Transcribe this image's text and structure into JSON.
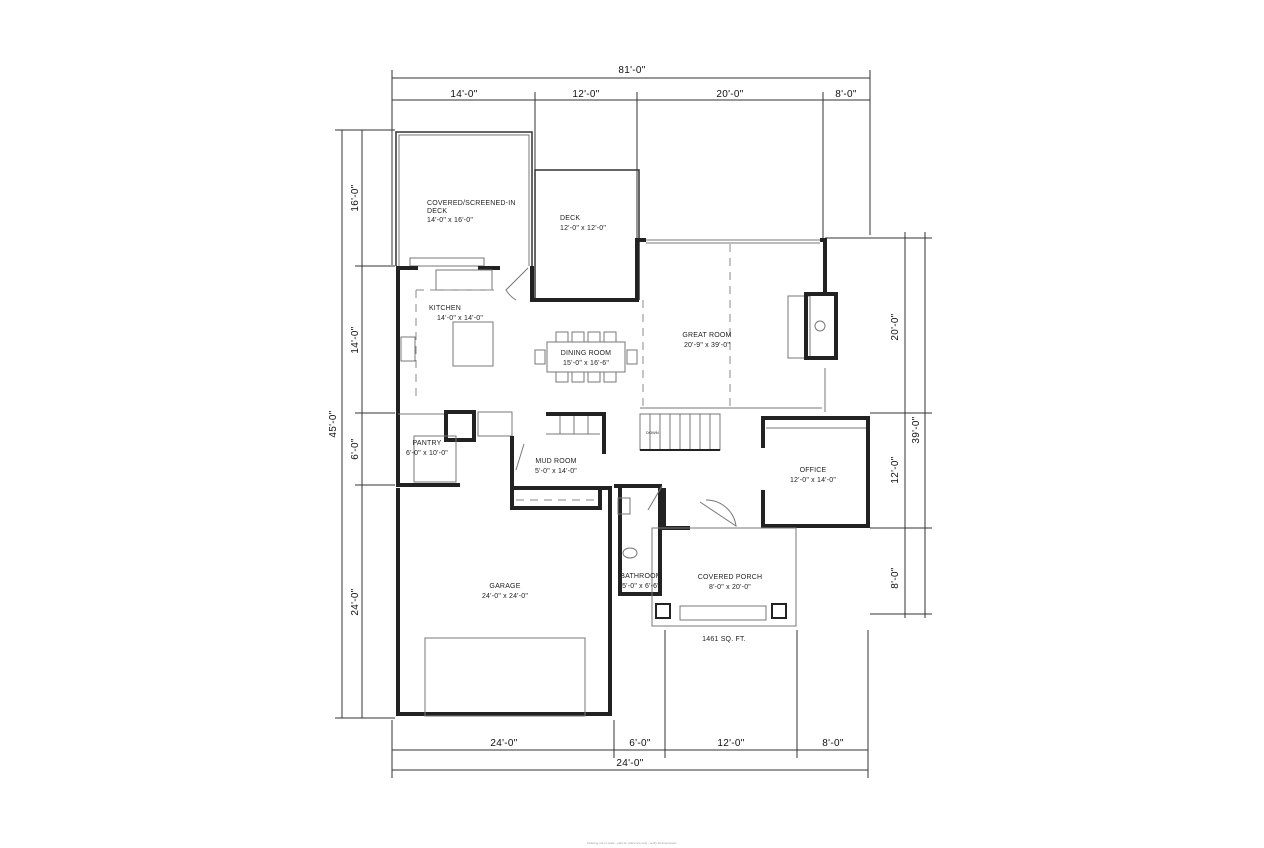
{
  "dimensions": {
    "top_overall": "81'-0\"",
    "top": [
      "14'-0\"",
      "12'-0\"",
      "20'-0\"",
      "8'-0\""
    ],
    "left_overall": "45'-0\"",
    "left": [
      "16'-0\"",
      "14'-0\"",
      "6'-0\"",
      "24'-0\""
    ],
    "right_overall": "39'-0\"",
    "right": [
      "20'-0\"",
      "12'-0\"",
      "8'-0\""
    ],
    "bottom": [
      "24'-0\"",
      "6'-0\"",
      "12'-0\"",
      "8'-0\""
    ],
    "bottom_overall": "24'-0\""
  },
  "rooms": {
    "screened_porch": {
      "name_line1": "COVERED/SCREENED-IN",
      "name_line2": "DECK",
      "size": "14'-0\" x 16'-0\""
    },
    "deck": {
      "name": "DECK",
      "size": "12'-0\" x 12'-0\""
    },
    "kitchen": {
      "name": "KITCHEN",
      "size": "14'-0\" x 14'-0\""
    },
    "dining": {
      "name": "DINING ROOM",
      "size": "15'-0\" x 16'-6\""
    },
    "great_room": {
      "name": "GREAT ROOM",
      "size": "20'-9\" x 39'-0\""
    },
    "pantry": {
      "name": "PANTRY",
      "size": "6'-0\" x 10'-0\""
    },
    "mud_room": {
      "name": "MUD ROOM",
      "size": "5'-0\" x 14'-0\""
    },
    "office": {
      "name": "OFFICE",
      "size": "12'-0\" x 14'-0\""
    },
    "garage": {
      "name": "GARAGE",
      "size": "24'-0\" x 24'-0\""
    },
    "bathroom": {
      "name": "BATHROOM",
      "size": "5'-0\" x 6'-6\""
    },
    "covered_porch": {
      "name": "COVERED PORCH",
      "size": "8'-0\" x 20'-0\""
    }
  },
  "stairs_label": "DOWN",
  "square_footage": "1461 SQ. FT.",
  "footer": "Drawing not to scale - plan for reference only - verify all dimensions"
}
